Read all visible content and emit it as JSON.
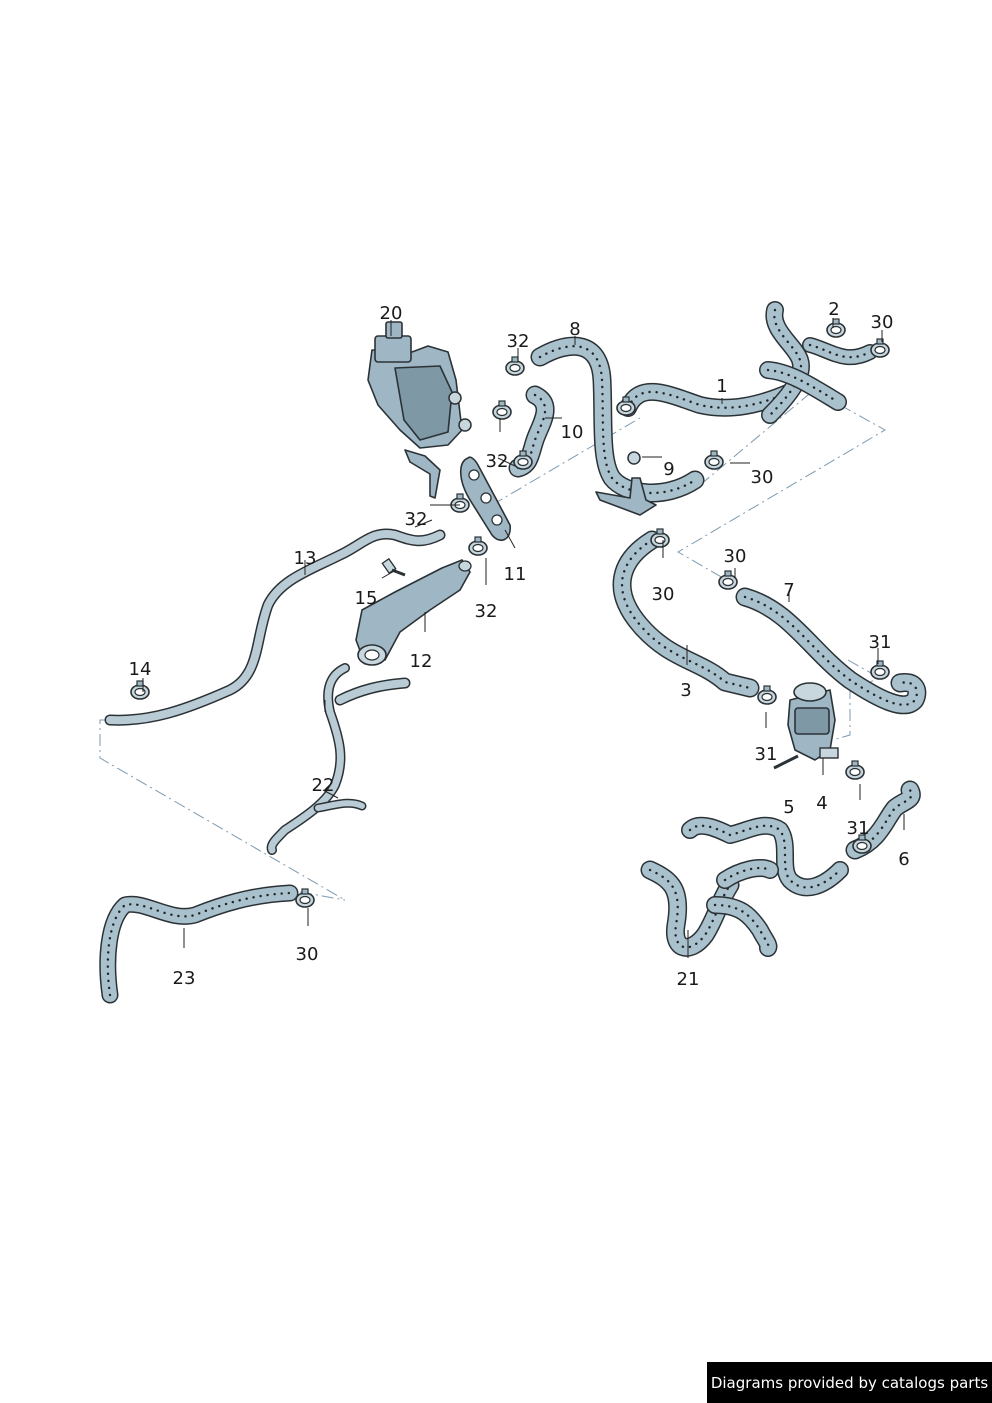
{
  "labels": [
    "1",
    "2",
    "3",
    "4",
    "5",
    "6",
    "7",
    "8",
    "9",
    "10",
    "11",
    "12",
    "13",
    "14",
    "15",
    "20",
    "21",
    "22",
    "23",
    "30",
    "31",
    "32"
  ],
  "footer": {
    "text": "Diagrams provided by catalogs parts"
  },
  "colors": {
    "hose": "#a9c1cc",
    "metal": "#b9cbd4",
    "part": "#9fb7c4",
    "leader_dash": "#7d9ab0"
  }
}
